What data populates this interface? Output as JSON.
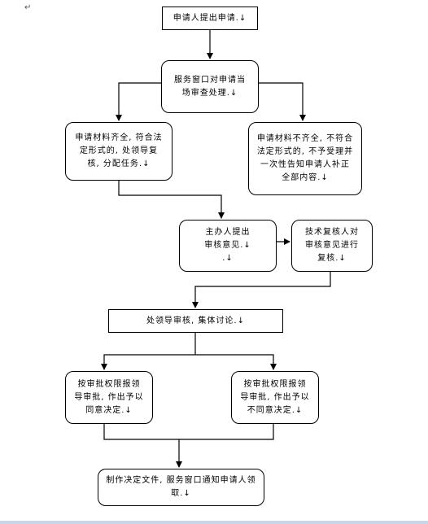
{
  "page": {
    "paragraph_mark": "↵"
  },
  "nodes": {
    "apply": "申请人提出申请.↓",
    "window_review": "服务窗口对申请当\n场审查处理.↓",
    "complete": "申请材料齐全, 符合法\n定形式的, 处领导复\n核, 分配任务.↓",
    "incomplete": "申请材料不齐全, 不符合\n法定形式的, 不予受理并\n一次性告知申请人补正\n全部内容.↓",
    "handler_opinion": "主办人提出\n审核意见.↓\n.↓",
    "tech_review": "技术复核人对\n审核意见进行\n复核.↓",
    "leader_review": "处领导审核, 集体讨论.↓",
    "approve": "按审批权限报领\n导审批, 作出予以\n同意决定.↓",
    "reject": "按审批权限报领\n导审批, 作出予以\n不同意决定.↓",
    "issue": "制作决定文件, 服务窗口通知申请人领\n取.↓"
  },
  "colors": {
    "line": "#000000",
    "status_strip": "#c9d6e8"
  }
}
